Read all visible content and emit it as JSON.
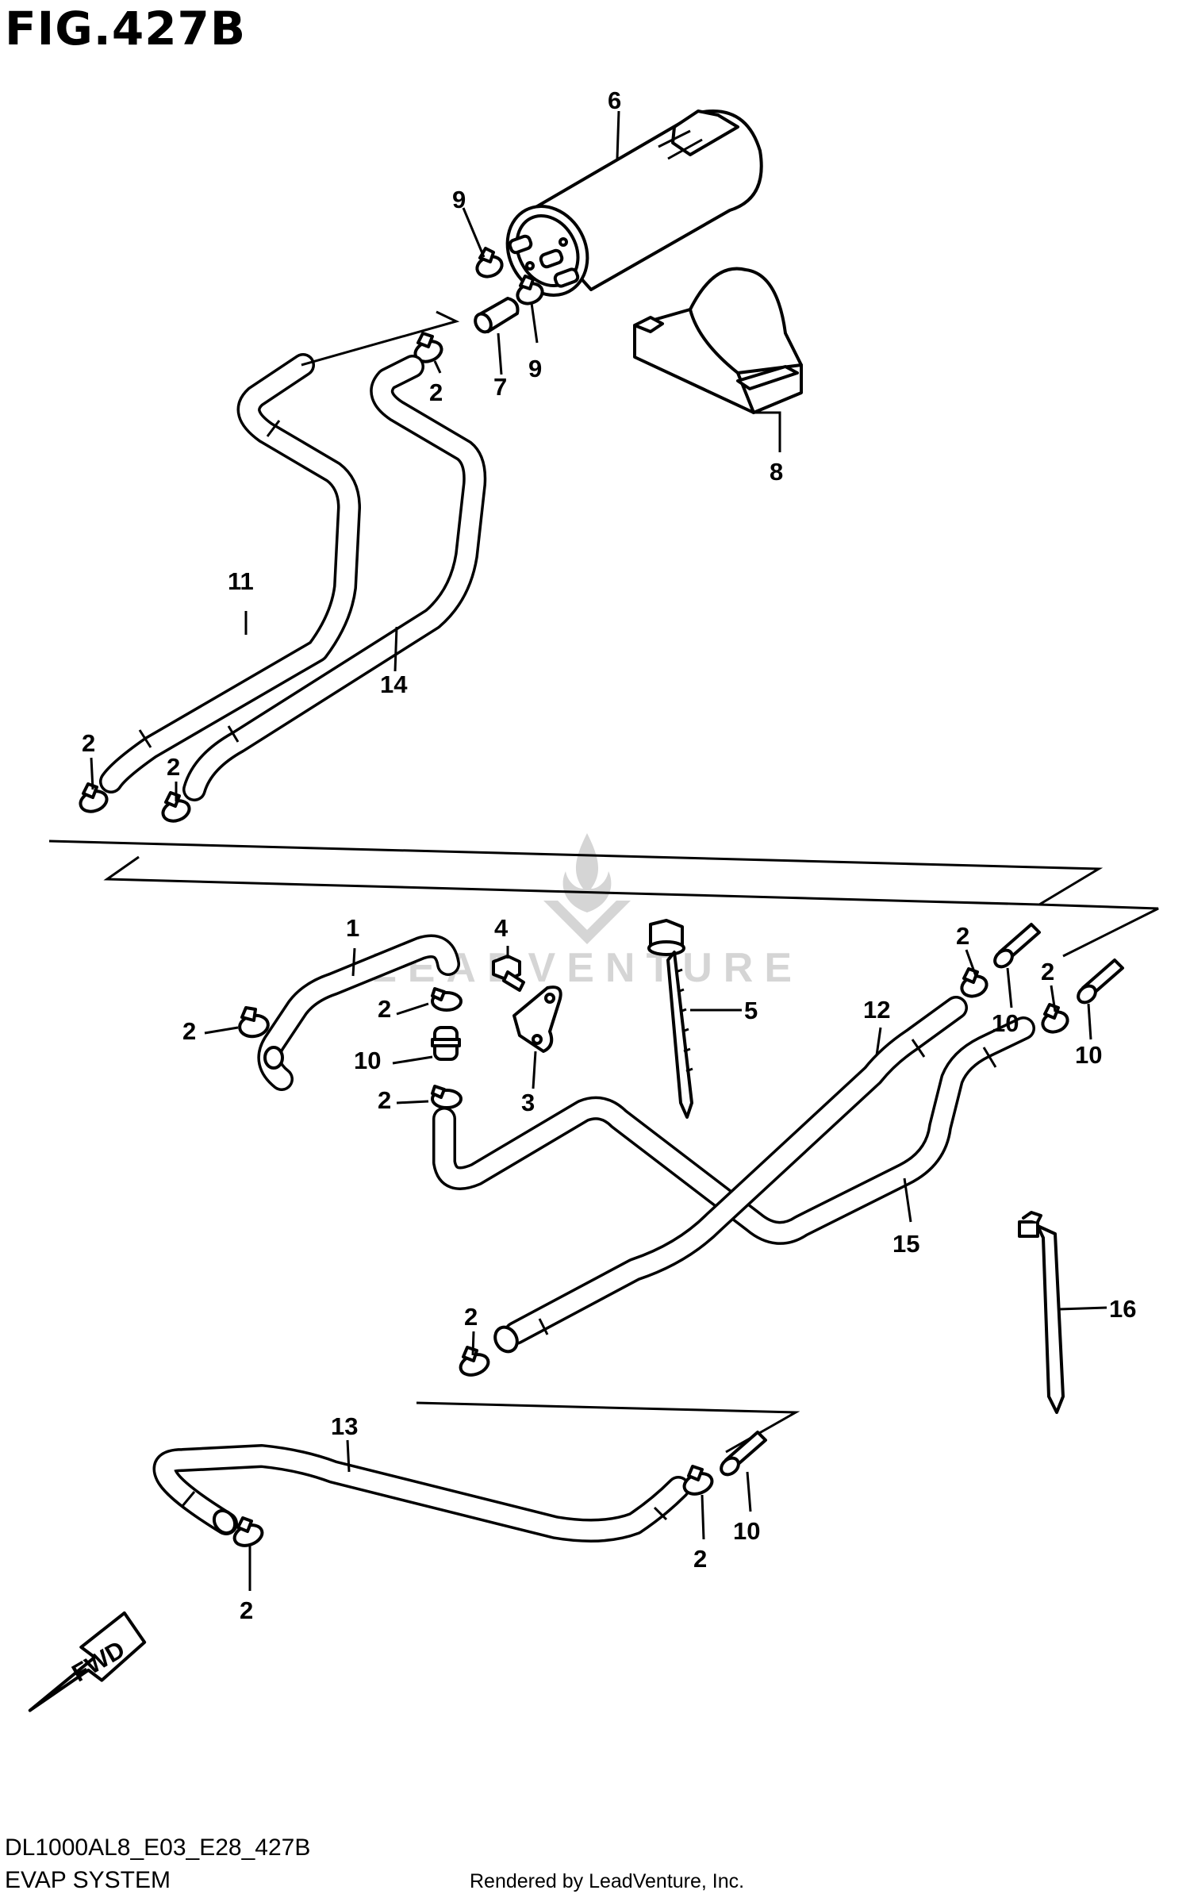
{
  "figure": {
    "title": "FIG.427B",
    "code": "DL1000AL8_E03_E28_427B",
    "system_name": "EVAP SYSTEM",
    "rendered_by": "Rendered by LeadVenture, Inc."
  },
  "watermark": {
    "text": "LEADVENTURE"
  },
  "fwd_badge": {
    "text": "FWD"
  },
  "callouts": {
    "c1": "1",
    "c2": "2",
    "c3": "3",
    "c4": "4",
    "c5": "5",
    "c6": "6",
    "c7": "7",
    "c8": "8",
    "c9": "9",
    "c10": "10",
    "c11": "11",
    "c12": "12",
    "c13": "13",
    "c14": "14",
    "c15": "15",
    "c16": "16"
  }
}
